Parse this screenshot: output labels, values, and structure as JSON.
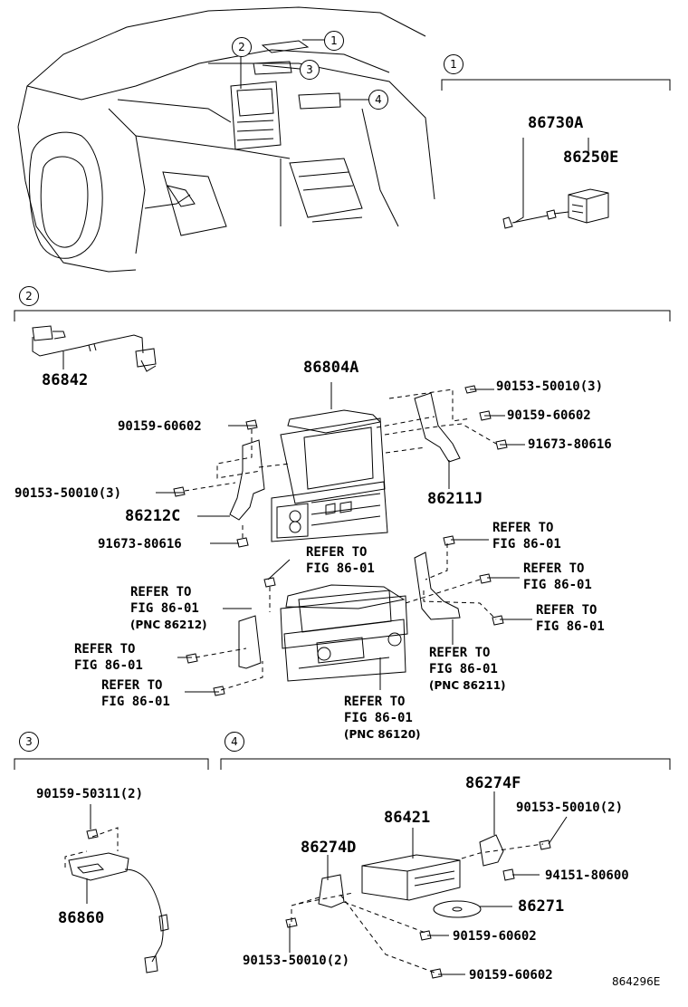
{
  "diagram": {
    "callouts": [
      "1",
      "2",
      "3",
      "4"
    ],
    "section1": {
      "marker": "1",
      "parts": [
        "86730A",
        "86250E"
      ]
    },
    "section2": {
      "marker": "2",
      "parts": {
        "p86842": "86842",
        "p86804A": "86804A",
        "p90153a": "90153-50010(3)",
        "p90159a": "90159-60602",
        "p91673a": "91673-80616",
        "p90159b": "90159-60602",
        "p90153b": "90153-50010(3)",
        "p86211J": "86211J",
        "p86212C": "86212C",
        "p91673b": "91673-80616"
      },
      "refers": {
        "r1": [
          "REFER TO",
          "FIG 86-01"
        ],
        "r2": [
          "REFER TO",
          "FIG 86-01"
        ],
        "r3": [
          "REFER TO",
          "FIG 86-01"
        ],
        "r4": [
          "REFER TO",
          "FIG 86-01"
        ],
        "r5": [
          "REFER TO",
          "FIG 86-01",
          "(PNC 86212)"
        ],
        "r6": [
          "REFER TO",
          "FIG 86-01"
        ],
        "r7": [
          "REFER TO",
          "FIG 86-01"
        ],
        "r8": [
          "REFER TO",
          "FIG 86-01",
          "(PNC 86211)"
        ],
        "r9": [
          "REFER TO",
          "FIG 86-01",
          "(PNC 86120)"
        ]
      }
    },
    "section3": {
      "marker": "3",
      "parts": {
        "p90159": "90159-50311(2)",
        "p86860": "86860"
      }
    },
    "section4": {
      "marker": "4",
      "parts": {
        "p86274F": "86274F",
        "p90153a": "90153-50010(2)",
        "p86421": "86421",
        "p86274D": "86274D",
        "p94151": "94151-80600",
        "p86271": "86271",
        "p90159a": "90159-60602",
        "p90153b": "90153-50010(2)",
        "p90159b": "90159-60602"
      }
    },
    "figure_code": "864296E"
  }
}
